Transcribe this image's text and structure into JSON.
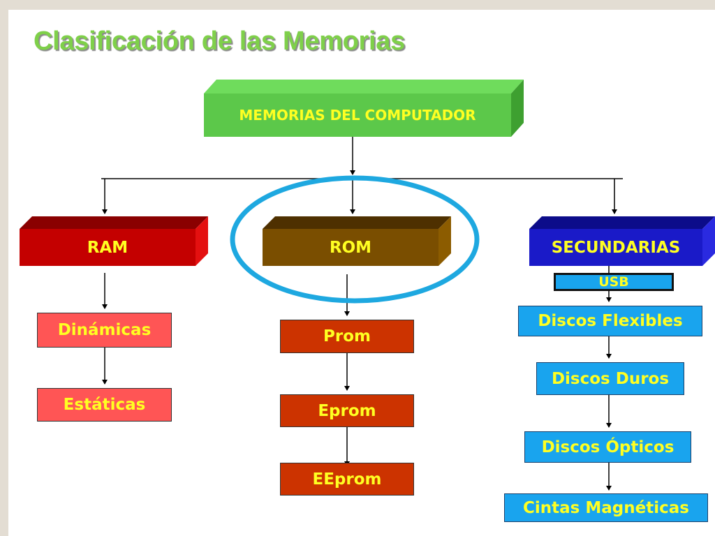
{
  "title": "Clasificación de las Memorias",
  "root": {
    "label": "MEMORIAS DEL COMPUTADOR",
    "color": "#5cc84a"
  },
  "branches": {
    "ram": {
      "label": "RAM",
      "color": "#c40000",
      "children": [
        "Dinámicas",
        "Estáticas"
      ],
      "child_color": "#ff5555"
    },
    "rom": {
      "label": "ROM",
      "color": "#7a4e00",
      "highlight_color": "#1ea8e0",
      "children": [
        "Prom",
        "Eprom",
        "EEprom"
      ],
      "child_color": "#cc3300"
    },
    "secundarias": {
      "label": "SECUNDARIAS",
      "color": "#1a1ac8",
      "usb": "USB",
      "children": [
        "Discos Flexibles",
        "Discos Duros",
        "Discos Ópticos",
        "Cintas Magnéticas"
      ],
      "child_color": "#19a4ee"
    }
  },
  "text_color": "#ffff22"
}
